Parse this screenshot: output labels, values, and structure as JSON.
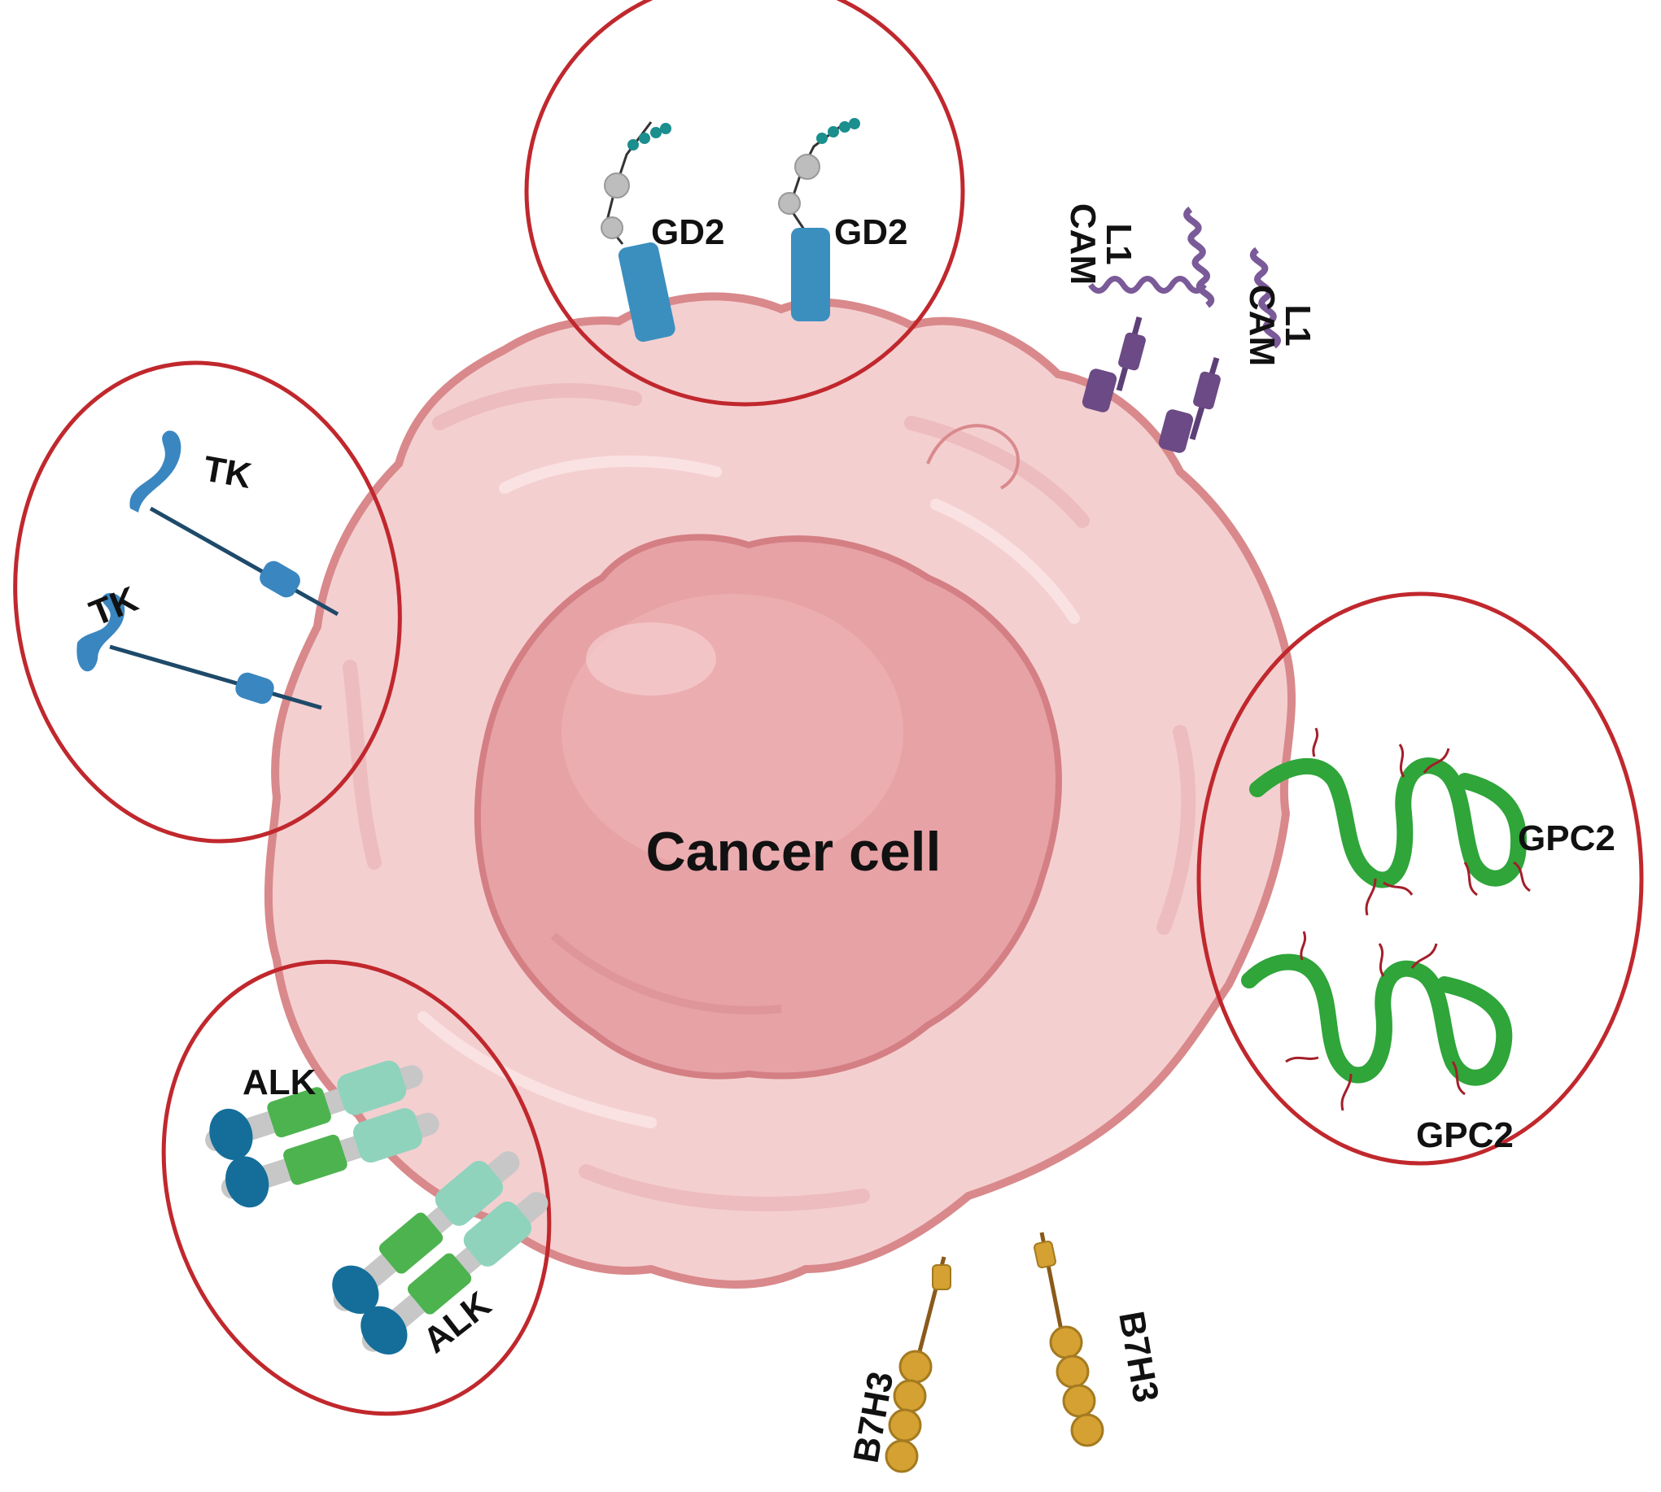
{
  "diagram": {
    "center_label": "Cancer cell",
    "labels": {
      "gd2_left": "GD2",
      "gd2_right": "GD2",
      "l1cam_left_line1": "L1",
      "l1cam_left_line2": "CAM",
      "l1cam_right_line1": "L1",
      "l1cam_right_line2": "CAM",
      "tk_top": "TK",
      "tk_bottom": "TK",
      "gpc2_top": "GPC2",
      "gpc2_bottom": "GPC2",
      "alk_top": "ALK",
      "alk_bottom": "ALK",
      "b7h3_left": "B7H3",
      "b7h3_right": "B7H3"
    },
    "colors": {
      "highlight_ring": "#c0282d",
      "cell_membrane": "#f4cfd0",
      "cell_outline": "#d9898b",
      "nucleus": "#e7a2a6",
      "gd2_receptor": "#3b8fbf",
      "l1cam": "#6b4a85",
      "tk": "#3a86c0",
      "gpc2": "#2fa53a",
      "alk_green": "#4db34f",
      "alk_blue": "#156e9a",
      "b7h3": "#d4a132"
    }
  }
}
